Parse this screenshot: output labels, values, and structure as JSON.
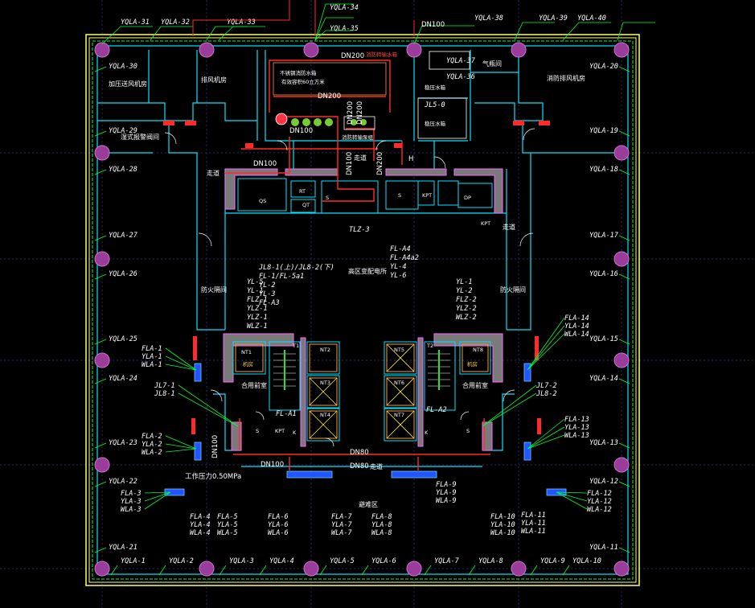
{
  "drawing": {
    "colors": {
      "background": "#000000",
      "outer_wall": "#ffff66",
      "inner_wall": "#00e5ff",
      "pipe_red": "#ff2a2a",
      "leader": "#00ff33",
      "column": "#b040b0",
      "core_fill": "#a0a0a0",
      "label": "#ffffff"
    },
    "top_labels": [
      "YQLA-31",
      "YQLA-32",
      "YQLA-33",
      "YQLA-34",
      "YQLA-35",
      "DN100",
      "YQLA-38",
      "YQLA-39",
      "YQLA-40"
    ],
    "top_dn_label": "DN100",
    "bottom_labels": [
      "YQLA-1",
      "YQLA-2",
      "YQLA-3",
      "YQLA-4",
      "YQLA-5",
      "YQLA-6",
      "YQLA-7",
      "YQLA-8",
      "YQLA-9",
      "YQLA-10"
    ],
    "left_labels": [
      "YQLA-30",
      "YQLA-29",
      "YQLA-28",
      "YQLA-27",
      "YQLA-26",
      "YQLA-25",
      "YQLA-24",
      "YQLA-23",
      "YQLA-22",
      "YQLA-21"
    ],
    "right_labels": [
      "YQLA-20",
      "YQLA-19",
      "YQLA-18",
      "YQLA-17",
      "YQLA-16",
      "YQLA-15",
      "YQLA-14",
      "YQLA-13",
      "YQLA-12",
      "YQLA-11"
    ],
    "room_labels": {
      "pressurize_fan_left": "加压送风机房",
      "exhaust_fan": "排风机房",
      "pressurize_fan_right": "消防排风机房",
      "fire_valve_left": "湿式报警阀间",
      "gas_room": "气瓶间",
      "hv_substation": "高区变配电所",
      "fire_room_left": "防火隔间",
      "fire_room_right": "防火隔间",
      "mech_left": "机房",
      "mech_right": "机房",
      "corridor": "走道",
      "combined_left": "合用前室",
      "combined_right": "合用前室",
      "parking": "避难区",
      "fire_tank": "消防转输水箱",
      "fire_pump": "消防转输泵组",
      "tank1": "稳压水箱",
      "tank2": "稳压水箱",
      "tank_label_a": "不锈钢消防水箱",
      "tank_label_b": "有效容积60立方米"
    },
    "pipe_labels": {
      "dn200_a": "DN200",
      "dn200_b": "DN200",
      "dn200_c": "DN200",
      "dn200_d": "DN200",
      "dn200_e": "DN200",
      "dn100_a": "DN100",
      "dn100_b": "DN100",
      "dn100_c": "DN100",
      "dn100_d": "DN100",
      "dn80_a": "DN80",
      "dn80_b": "DN80",
      "pressure": "工作压力0.50MPa",
      "yqla36": "YQLA-36",
      "yqla37": "YQLA-37",
      "jl5": "JL5-0",
      "h_mark": "H"
    },
    "riser_groups": {
      "center_left": [
        "JL8-1(上)/JL8-2(下)",
        "FL-1/FL-5a1",
        "YL-2",
        "YL-3",
        "FL-A3"
      ],
      "center_left_col": [
        "YL-5",
        "YL-1",
        "FLZ-1",
        "YLZ-1",
        "YLZ-1",
        "WLZ-1"
      ],
      "center_right": [
        "FL-A4",
        "FL-A4a2",
        "YL-4",
        "YL-6"
      ],
      "center_right_col": [
        "YL-1",
        "YL-2",
        "FLZ-2",
        "YLZ-2",
        "WLZ-2"
      ],
      "tlz": "TLZ-3",
      "left_a": [
        "FLA-1",
        "YLA-1",
        "WLA-1"
      ],
      "left_b": [
        "JL7-1",
        "JL8-1"
      ],
      "left_c": [
        "FLA-2",
        "YLA-2",
        "WLA-2"
      ],
      "left_d": [
        "FLA-3",
        "YLA-3",
        "WLA-3"
      ],
      "right_a": [
        "FLA-14",
        "YLA-14",
        "WLA-14"
      ],
      "right_b": [
        "JL7-2",
        "JL8-2"
      ],
      "right_c": [
        "FLA-13",
        "YLA-13",
        "WLA-13"
      ],
      "right_d": [
        "FLA-12",
        "YLA-12",
        "WLA-12"
      ],
      "bottom_1": [
        "FLA-4",
        "YLA-4",
        "WLA-4"
      ],
      "bottom_2": [
        "FLA-5",
        "YLA-5",
        "WLA-5"
      ],
      "bottom_3": [
        "FLA-6",
        "YLA-6",
        "WLA-6"
      ],
      "bottom_4": [
        "FLA-7",
        "YLA-7",
        "WLA-7"
      ],
      "bottom_5": [
        "FLA-8",
        "YLA-8",
        "WLA-8"
      ],
      "bottom_6": [
        "FLA-9",
        "YLA-9",
        "WLA-9"
      ],
      "bottom_7": [
        "FLA-10",
        "YLA-10",
        "WLA-10"
      ],
      "bottom_8": [
        "FLA-11",
        "YLA-11",
        "WLA-11"
      ],
      "fl_a1": "FL-A1",
      "fl_a2": "FL-A2"
    },
    "core_tags": [
      "QS",
      "RT",
      "QT",
      "S",
      "S",
      "KPT",
      "DP",
      "KPT",
      "KPT",
      "NT1",
      "NT2",
      "NT3",
      "NT4",
      "NT5",
      "NT6",
      "NT7",
      "NT8",
      "T1",
      "T2",
      "S",
      "S",
      "K",
      "K"
    ]
  }
}
